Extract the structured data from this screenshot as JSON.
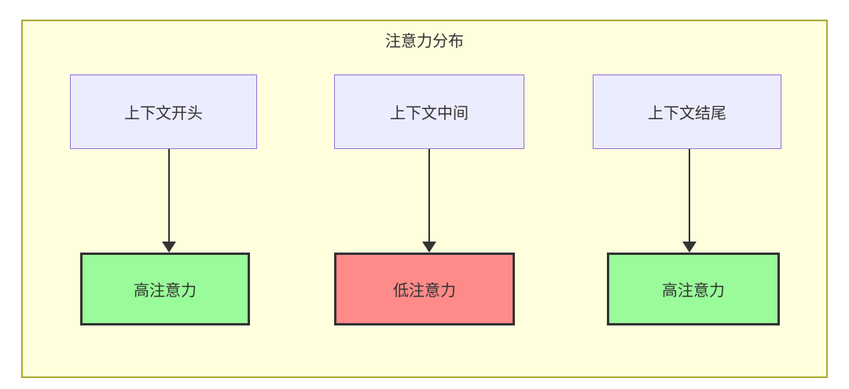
{
  "diagram": {
    "title": "注意力分布",
    "nodes": {
      "sources": [
        {
          "label": "上下文开头"
        },
        {
          "label": "上下文中间"
        },
        {
          "label": "上下文结尾"
        }
      ],
      "targets": [
        {
          "label": "高注意力",
          "level": "high"
        },
        {
          "label": "低注意力",
          "level": "low"
        },
        {
          "label": "高注意力",
          "level": "high"
        }
      ]
    },
    "edges": [
      {
        "from": "上下文开头",
        "to": "高注意力"
      },
      {
        "from": "上下文中间",
        "to": "低注意力"
      },
      {
        "from": "上下文结尾",
        "to": "高注意力"
      }
    ],
    "colors": {
      "container_fill": "#FFFFDE",
      "container_border": "#AAAA33",
      "source_fill": "#ECECFF",
      "source_border": "#9370DB",
      "high_attention_fill": "#99FB99",
      "low_attention_fill": "#FF8A8A",
      "attention_border": "#333333",
      "arrow": "#333333",
      "text": "#333333",
      "page_background": "#FFFFFF"
    }
  }
}
